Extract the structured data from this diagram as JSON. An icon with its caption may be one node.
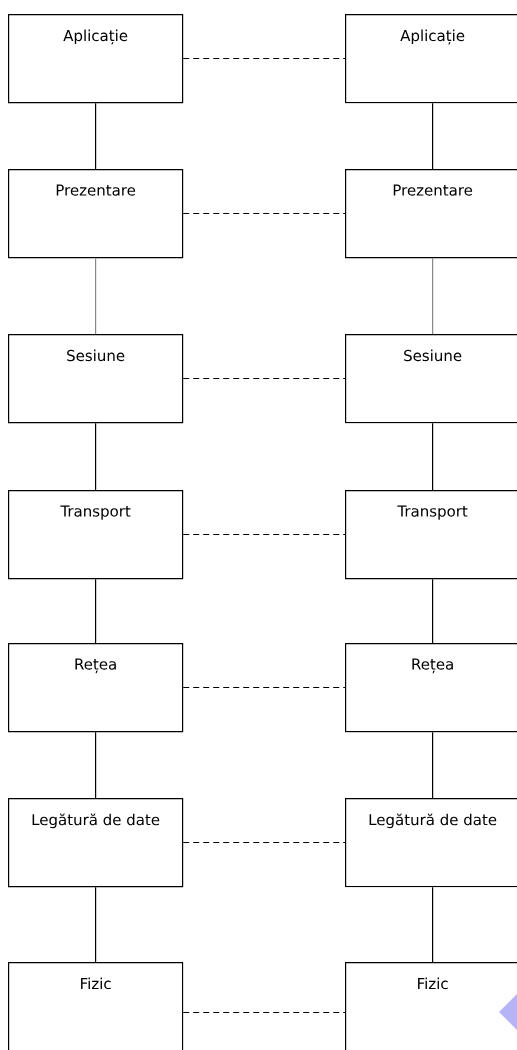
{
  "diagram": {
    "nodes": [
      {
        "text": [
          "Aplicație"
        ]
      },
      {
        "text": [
          "Aplicație"
        ]
      },
      {
        "text": [
          "Prezentare"
        ]
      },
      {
        "text": [
          "Prezentare"
        ]
      },
      {
        "text": [
          "Sesiune"
        ]
      },
      {
        "text": [
          "Sesiune"
        ]
      },
      {
        "text": [
          "Transport"
        ]
      },
      {
        "text": [
          "Transport"
        ]
      },
      {
        "text": [
          "Rețea"
        ]
      },
      {
        "text": [
          "Rețea"
        ]
      },
      {
        "text": [
          "Legătură de date"
        ]
      },
      {
        "text": [
          "Legătură de date"
        ]
      },
      {
        "text": [
          "Fizic"
        ]
      },
      {
        "text": [
          "Fizic"
        ]
      }
    ],
    "edges": [
      {
        "from": 0,
        "to": 1,
        "arrow": "none",
        "style": "dashed"
      },
      {
        "from": 0,
        "to": 2,
        "arrow": "none"
      },
      {
        "from": 1,
        "to": 3,
        "arrow": "none"
      },
      {
        "from": 2,
        "to": 3,
        "arrow": "none",
        "style": "dashed"
      },
      {
        "from": 2,
        "to": 4,
        "arrow": "none",
        "color": "#888888"
      },
      {
        "from": 3,
        "to": 5,
        "arrow": "none",
        "color": "#888888"
      },
      {
        "from": 4,
        "to": 5,
        "arrow": "none",
        "style": "dashed"
      },
      {
        "from": 4,
        "to": 6,
        "arrow": "none"
      },
      {
        "from": 5,
        "to": 7,
        "arrow": "none"
      },
      {
        "from": 6,
        "to": 7,
        "arrow": "none",
        "style": "dashed"
      },
      {
        "from": 6,
        "to": 8,
        "arrow": "none"
      },
      {
        "from": 7,
        "to": 9,
        "arrow": "none"
      },
      {
        "from": 8,
        "to": 9,
        "arrow": "none",
        "style": "dashed"
      },
      {
        "from": 8,
        "to": 10,
        "arrow": "none"
      },
      {
        "from": 9,
        "to": 11,
        "arrow": "none"
      },
      {
        "from": 10,
        "to": 11,
        "arrow": "none",
        "style": "dashed"
      },
      {
        "from": 10,
        "to": 12,
        "arrow": "none"
      },
      {
        "from": 11,
        "to": 13,
        "arrow": "none"
      },
      {
        "from": 12,
        "to": 13,
        "arrow": "none",
        "style": "dashed"
      }
    ]
  }
}
